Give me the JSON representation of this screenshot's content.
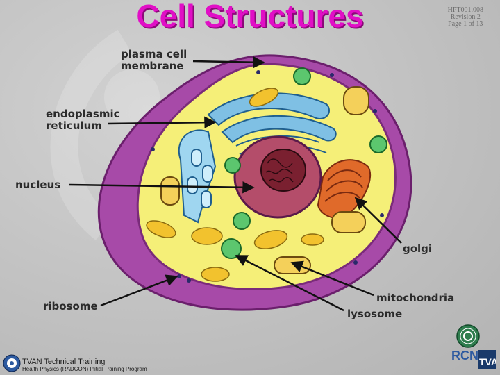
{
  "slide": {
    "title": "Cell Structures",
    "doc_id": "HPT001.008",
    "revision": "Revision 2",
    "page": "Page 1 of 13"
  },
  "labels": {
    "plasma_membrane": [
      "plasma cell",
      "membrane"
    ],
    "endoplasmic_reticulum": [
      "endoplasmic",
      "reticulum"
    ],
    "nucleus": "nucleus",
    "golgi": "golgi",
    "ribosome": "ribosome",
    "mitochondria": "mitochondria",
    "lysosome": "lysosome"
  },
  "footer": {
    "line1": "TVAN Technical Training",
    "line2": "Health Physics (RADCON) Initial Training Program"
  },
  "logo": {
    "text1": "RCN",
    "text2": "TVA"
  },
  "colors": {
    "title": "#e10fc6",
    "membrane": "#9b3d9e",
    "cytoplasm": "#f5ef78",
    "nucleus": "#b54a66",
    "golgi": "#e06a2a",
    "er": "#6fb1d6",
    "lysosome": "#57c46a"
  }
}
